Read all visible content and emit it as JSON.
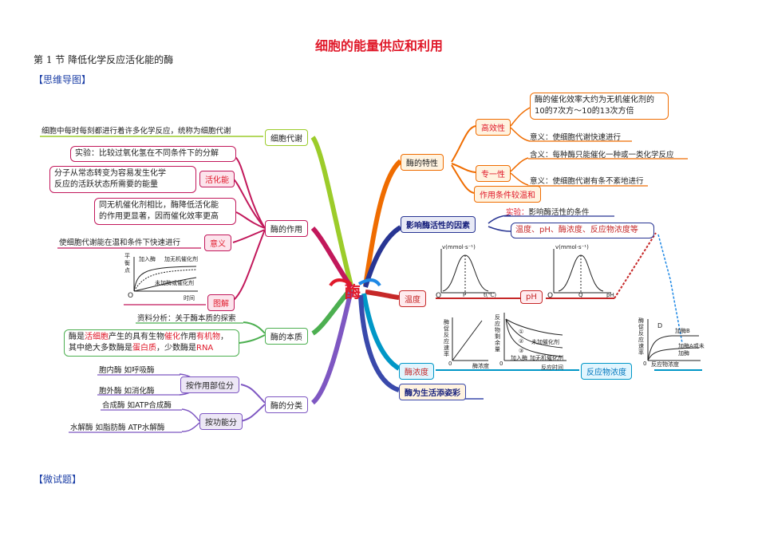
{
  "header": {
    "title": "细胞的能量供应和利用",
    "section": "第 1 节 降低化学反应活化能的酶",
    "mindmap_heading": "【思维导图】",
    "quiz_heading": "【微试题】"
  },
  "center": {
    "label": "酶"
  },
  "left": {
    "metabolism": {
      "node": "细胞代谢",
      "text": "细胞中每时每刻都进行着许多化学反应，统称为细胞代谢"
    },
    "function": {
      "node": "酶的作用",
      "experiment": "实验：比较过氧化氢在不同条件下的分解",
      "activation_node": "活化能",
      "activation_text_1": "分子从常态转变为容易发生化学",
      "activation_text_2": "反应的活跃状态所需要的能量",
      "compare_text_1": "同无机催化剂相比，酶降低活化能",
      "compare_text_2": "的作用更显著，因而催化效率更高",
      "meaning_node": "意义",
      "meaning_text": "使细胞代谢能在温和条件下快速进行",
      "diagram_node": "图解",
      "graph": {
        "ylabel_1": "平",
        "ylabel_2": "衡",
        "ylabel_3": "点",
        "curve_a": "加入酶",
        "curve_b": "加无机催化剂",
        "curve_c": "未加酶或催化剂",
        "origin": "O",
        "xlabel": "时间"
      }
    },
    "essence": {
      "node": "酶的本质",
      "material": "资料分析：关于酶本质的探索",
      "def_1a": "酶是",
      "def_1b": "活细胞",
      "def_1c": "产生的具有生物",
      "def_1d": "催化",
      "def_1e": "作用",
      "def_1f": "有机物",
      "def_1g": "，",
      "def_2a": "其中绝大多数酶是",
      "def_2b": "蛋白质",
      "def_2c": "，少数酶是",
      "def_2d": "RNA"
    },
    "classification": {
      "node": "酶的分类",
      "by_location": "按作用部位分",
      "intracellular": "胞内酶  如呼吸酶",
      "extracellular": "胞外酶  如消化酶",
      "by_function": "按功能分",
      "synthase": "合成酶  如ATP合成酶",
      "hydrolase": "水解酶  如脂肪酶  ATP水解酶"
    }
  },
  "right": {
    "properties": {
      "node": "酶的特性",
      "efficiency_node": "高效性",
      "efficiency_text_1": "酶的催化效率大约为无机催化剂的",
      "efficiency_text_2": "10的7次方～10的13次方倍",
      "efficiency_meaning": "意义：使细胞代谢快速进行",
      "specificity_node": "专一性",
      "specificity_meaning_1": "含义：每种酶只能催化一种或一类化学反应",
      "specificity_meaning_2": "意义：使细胞代谢有条不紊地进行",
      "mild_node": "作用条件较温和"
    },
    "factors": {
      "node": "影响酶活性的因素",
      "experiment_label": "实验：",
      "experiment_text": "影响酶活性的条件",
      "conditions": "温度、pH、酶浓度、反应物浓度等",
      "temperature_node": "温度",
      "ph_node": "pH",
      "temp_graph": {
        "ylabel": "v(mmol·s⁻¹)",
        "origin": "O",
        "peak": "P",
        "xlabel": "t(℃)"
      },
      "ph_graph": {
        "ylabel": "v(mmol·s⁻¹)",
        "origin": "O",
        "peak": "Q",
        "xlabel": "pH"
      },
      "enzyme_conc_node": "酶浓度",
      "enzyme_graph": {
        "ylabel": "酶促反应速率",
        "origin": "0",
        "xlabel": "酶浓度"
      },
      "substrate_graph": {
        "ylabel": "反应物剩余量",
        "curve_1": "①",
        "curve_2": "②",
        "curve_3": "③",
        "label_a": "未加催化剂",
        "label_b": "加入酶",
        "label_c": "加无机催化剂",
        "origin": "0",
        "xlabel": "反应时间"
      },
      "substrate_node": "反应物浓度",
      "substrate_rate_graph": {
        "ylabel": "酶促反应速率",
        "D": "D",
        "label_b": "加酶B",
        "label_a": "加酶A或未加酶",
        "origin": "0",
        "xlabel": "反应物浓度"
      }
    },
    "life": {
      "node": "酶为生活添姿彩"
    }
  }
}
